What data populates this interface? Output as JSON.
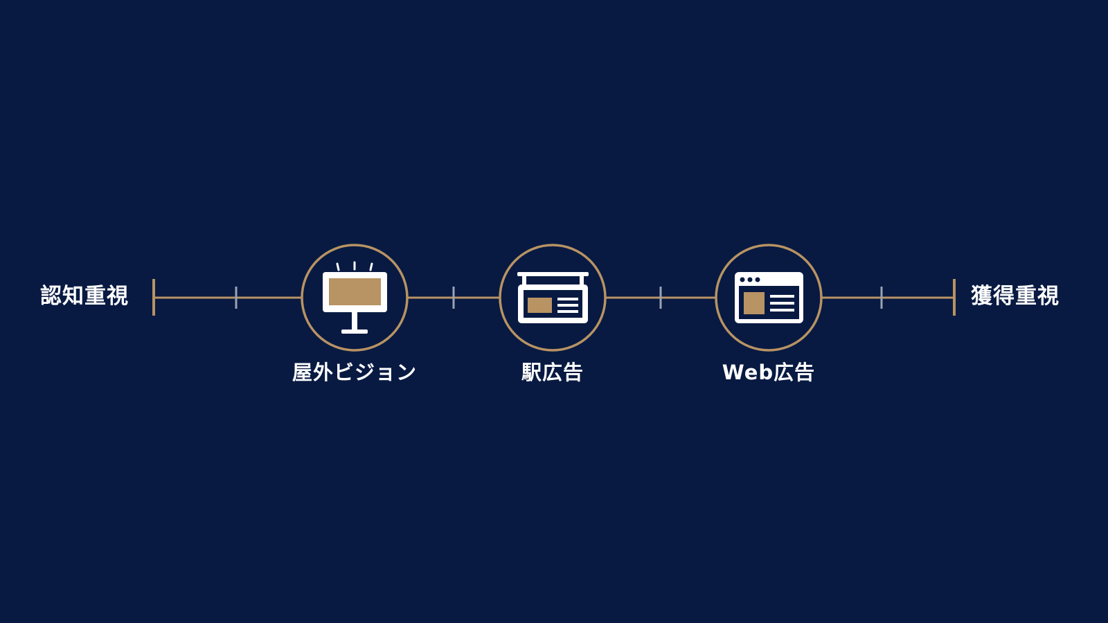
{
  "scale": {
    "left_label": "認知重視",
    "right_label": "獲得重視"
  },
  "nodes": [
    {
      "label": "屋外ビジョン",
      "icon": "billboard-icon"
    },
    {
      "label": "駅広告",
      "icon": "station-sign-icon"
    },
    {
      "label": "Web広告",
      "icon": "browser-window-icon"
    }
  ],
  "colors": {
    "background": "#081a42",
    "accent_gold": "#b89363",
    "tick_gray": "#9aa3b5",
    "text": "#ffffff",
    "icon_white": "#ffffff"
  }
}
